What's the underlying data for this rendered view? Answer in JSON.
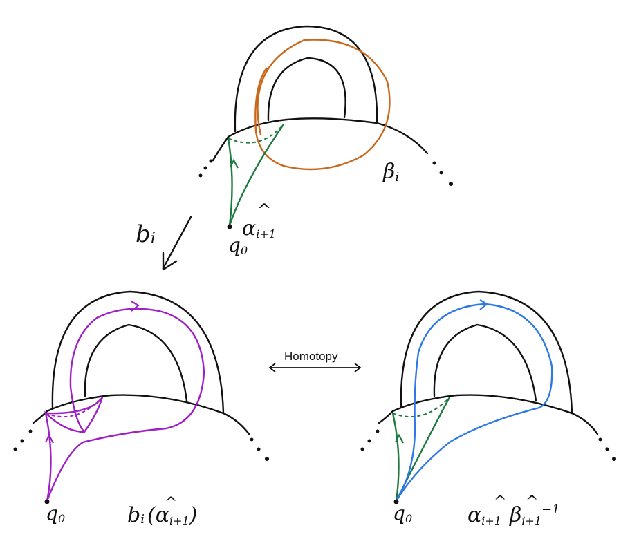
{
  "colors": {
    "ink": "#111111",
    "green": "#1e7a3e",
    "orange": "#c8691e",
    "purple": "#a020c8",
    "blue": "#2f78e8"
  },
  "top_panel": {
    "curve_label": "β",
    "curve_subscript": "i",
    "path_label": "α",
    "path_subscript": "i+1",
    "path_hat": "^",
    "basepoint_label": "q",
    "basepoint_subscript": "0"
  },
  "map_arrow": {
    "label": "b",
    "label_subscript": "i"
  },
  "left_panel": {
    "basepoint_label": "q",
    "basepoint_subscript": "0",
    "expr_prefix": "b",
    "expr_prefix_sub": "i",
    "expr_open": "(",
    "expr_symbol": "α",
    "expr_hat": "^",
    "expr_sub": "i+1",
    "expr_close": ")"
  },
  "homotopy": {
    "label": "Homotopy"
  },
  "right_panel": {
    "basepoint_label": "q",
    "basepoint_subscript": "0",
    "alpha_symbol": "α",
    "alpha_hat": "^",
    "alpha_sub": "i+1",
    "beta_symbol": "β",
    "beta_hat": "^",
    "beta_sub": "i+1",
    "beta_exp": "−1"
  }
}
